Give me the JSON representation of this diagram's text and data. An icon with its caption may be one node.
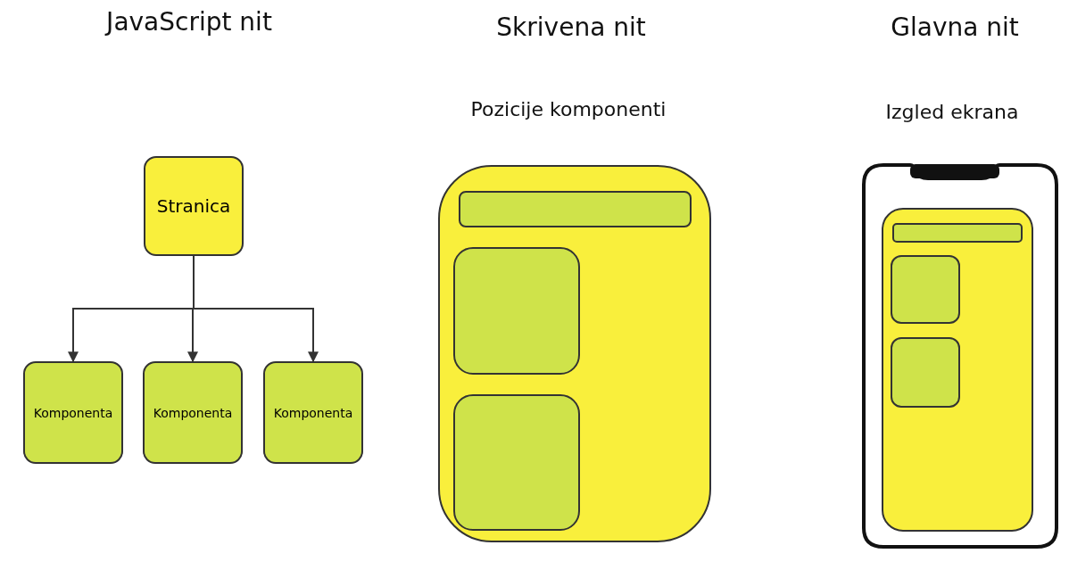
{
  "diagram": {
    "nodes": [
      {
        "text": [
          "Stranica"
        ]
      },
      {
        "text": [
          "Komponenta"
        ]
      },
      {
        "text": [
          "Komponenta"
        ]
      },
      {
        "text": [
          "Komponenta"
        ]
      },
      {
        "text": [],
        "shape": "box"
      },
      {
        "text": [],
        "shape": "bar",
        "in": 4
      },
      {
        "text": [],
        "shape": "box",
        "in": 4
      },
      {
        "text": [],
        "shape": "box",
        "in": 4
      },
      {
        "text": [],
        "shape": "box"
      },
      {
        "text": [],
        "shape": "bar",
        "in": 8
      },
      {
        "text": [],
        "shape": "box",
        "in": 8
      },
      {
        "text": [],
        "shape": "box",
        "in": 8
      }
    ],
    "edges": [
      {
        "from": 0,
        "to": 1,
        "arrow": "to"
      },
      {
        "from": 0,
        "to": 2,
        "arrow": "to"
      },
      {
        "from": 0,
        "to": 3,
        "arrow": "to"
      }
    ],
    "labels": [
      "JavaScript nit",
      "Skrivena nit",
      "Glavna nit",
      "Pozicije komponenti",
      "Izgled ekrana"
    ]
  }
}
